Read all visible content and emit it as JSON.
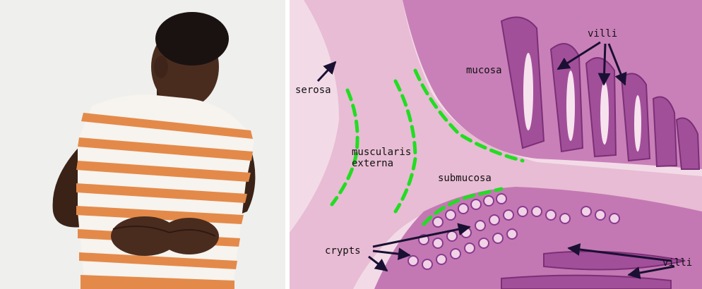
{
  "photo": {
    "subject": "boy-holding-stomach"
  },
  "histology": {
    "labels": {
      "serosa": "serosa",
      "mucosa": "mucosa",
      "villi_top": "villi",
      "muscularis_externa": "muscularis\nexterna",
      "submucosa": "submucosa",
      "crypts": "crypts",
      "villi_bottom": "villi"
    },
    "colors": {
      "boundary_dash": "#22dd22",
      "arrow": "#1a1033",
      "tissue_light": "#f3d9e6",
      "tissue_purple": "#8b3a8f"
    }
  }
}
